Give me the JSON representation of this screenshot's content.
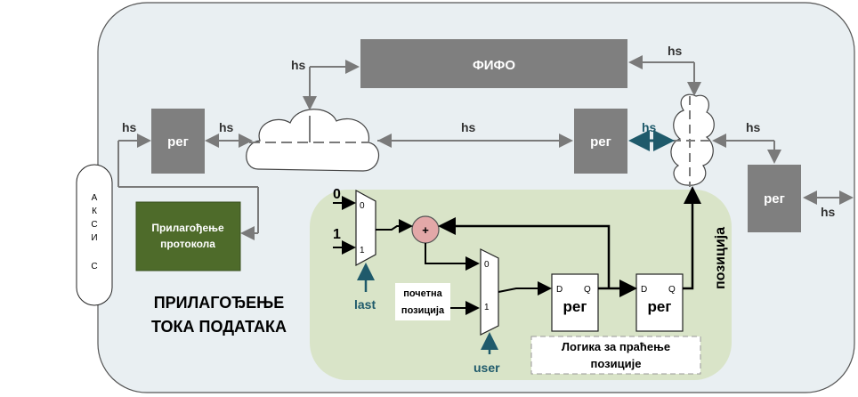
{
  "main": {
    "fifo_label": "ФИФО",
    "reg_label": "рег",
    "hs_label": "hs",
    "axi_label": [
      "А",
      "К",
      "С",
      "И",
      "С"
    ],
    "protocol_label_line1": "Прилагођење",
    "protocol_label_line2": "протокола",
    "title_line1": "ПРИЛАГОЂЕЊЕ",
    "title_line2": "ТОКА ПОДАТАКА",
    "position_label": "позиција"
  },
  "logic": {
    "const_zero": "0",
    "const_one": "1",
    "mux_in0": "0",
    "mux_in1": "1",
    "plus": "+",
    "last_label": "last",
    "user_label": "user",
    "start_pos_line1": "почетна",
    "start_pos_line2": "позиција",
    "reg_label": "рег",
    "d_label": "D",
    "q_label": "Q",
    "tracking_line1": "Логика за праћење",
    "tracking_line2": "позиције"
  },
  "colors": {
    "outer_bg": "#e9eff2",
    "green_bg": "#d9e4c8",
    "gray_box": "#7f7f7f",
    "dark_green": "#4e6b2a",
    "teal": "#1f5a6b",
    "adder": "#e3a8a8"
  }
}
